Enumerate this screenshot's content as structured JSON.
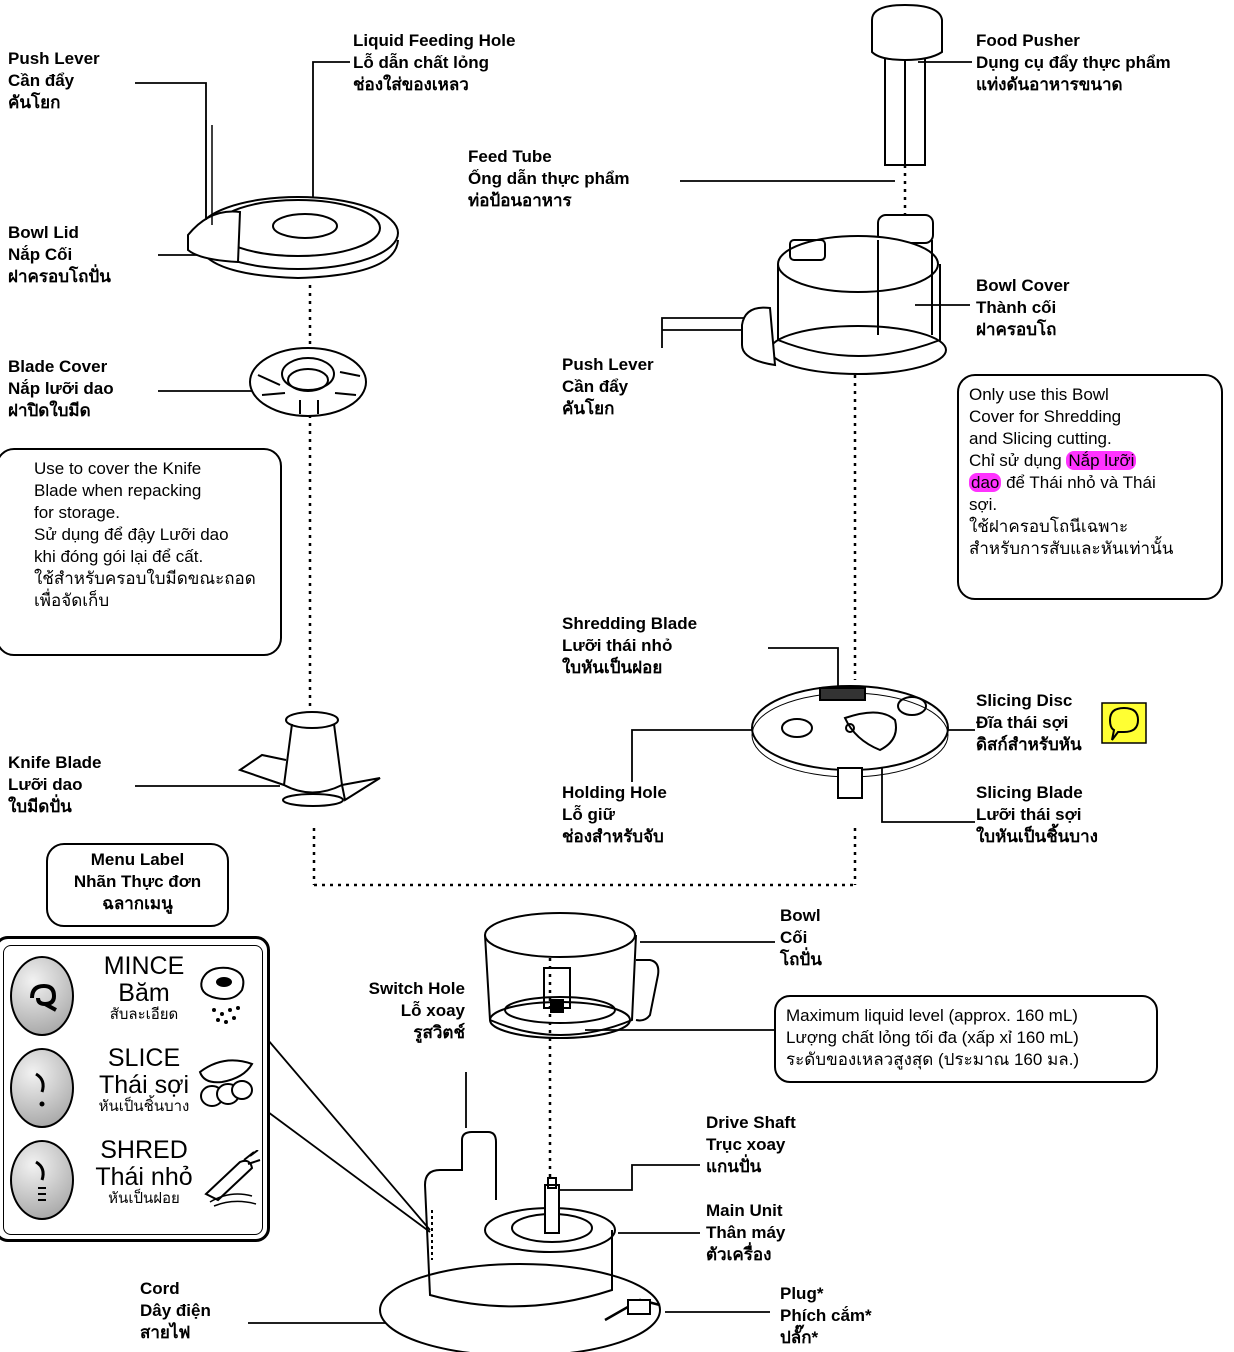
{
  "labels": {
    "push_lever_top": [
      "Push Lever",
      "Cần đẩy",
      "คันโยก"
    ],
    "liquid_feeding_hole": [
      "Liquid Feeding Hole",
      "Lỗ dẫn chất lỏng",
      "ช่องใส่ของเหลว"
    ],
    "food_pusher": [
      "Food Pusher",
      "Dụng cụ đẩy thực phẩm",
      "แท่งดันอาหารขนาด"
    ],
    "feed_tube": [
      "Feed Tube",
      "Ống dẫn thực phẩm",
      "ท่อป้อนอาหาร"
    ],
    "bowl_lid": [
      "Bowl Lid",
      "Nắp Cối",
      "ฝาครอบโถปั่น"
    ],
    "bowl_cover": [
      "Bowl Cover",
      "Thành cối",
      "ฝาครอบโถ"
    ],
    "push_lever_right": [
      "Push Lever",
      "Cần đẩy",
      "คันโยก"
    ],
    "blade_cover": [
      "Blade Cover",
      "Nắp lưỡi dao",
      "ฝาปิดใบมีด"
    ],
    "shredding_blade": [
      "Shredding Blade",
      "Lưỡi thái nhỏ",
      "ใบหันเป็นฝอย"
    ],
    "slicing_disc": [
      "Slicing Disc",
      "Đĩa thái sợi",
      "ดิสก์สำหรับหัน"
    ],
    "holding_hole": [
      "Holding Hole",
      "Lỗ giữ",
      "ช่องสำหรับจับ"
    ],
    "slicing_blade": [
      "Slicing Blade",
      "Lưỡi thái sợi",
      "ใบหันเป็นชิ้นบาง"
    ],
    "knife_blade": [
      "Knife Blade",
      "Lưỡi dao",
      "ใบมีดปั่น"
    ],
    "menu_label": [
      "Menu Label",
      "Nhãn Thực đơn",
      "ฉลากเมนู"
    ],
    "bowl": [
      "Bowl",
      "Cối",
      "โถปั่น"
    ],
    "switch_hole": [
      "Switch Hole",
      "Lỗ xoay",
      "รูสวิตช์"
    ],
    "drive_shaft": [
      "Drive Shaft",
      "Trục xoay",
      "แกนปั่น"
    ],
    "main_unit": [
      "Main Unit",
      "Thân máy",
      "ตัวเครื่อง"
    ],
    "cord": [
      "Cord",
      "Dây điện",
      "สายไฟ"
    ],
    "plug": [
      "Plug*",
      "Phích cắm*",
      "ปลั๊ก*"
    ]
  },
  "notes": {
    "blade_cover_note": [
      "Use to cover the Knife",
      "Blade when repacking",
      "for storage.",
      "Sử dụng để đậy Lưỡi dao",
      "khi đóng gói lại để cất.",
      "ใช้สำหรับครอบใบมีดขณะถอด",
      "เพื่อจัดเก็บ"
    ],
    "bowl_cover_note": {
      "line1": "Only use this Bowl",
      "line2": "Cover for Shredding",
      "line3": "and Slicing cutting.",
      "line4_pre": "Chỉ sử dụng ",
      "line4_hl": "Nắp lưỡi",
      "line5_hl": "dao",
      "line5_post": " để Thái nhỏ và Thái",
      "line6": "sợi.",
      "line7": "ใช้ฝาครอบโถนีเฉพาะ",
      "line8": "สำหรับการสับและหันเท่านั้น"
    },
    "liquid_level_note": [
      "Maximum liquid level (approx. 160 mL)",
      "Lượng chất lỏng tối đa (xấp xỉ 160 mL)",
      "ระดับของเหลวสูงสุด (ประมาณ 160 มล.)"
    ]
  },
  "menu_items": [
    {
      "en": "MINCE",
      "vi": "Băm",
      "th": "สับละเอียด",
      "icon": "meat-icon"
    },
    {
      "en": "SLICE",
      "vi": "Thái sợi",
      "th": "หันเป็นชิ้นบาง",
      "icon": "cucumber-icon"
    },
    {
      "en": "SHRED",
      "vi": "Thái nhỏ",
      "th": "หันเป็นฝอย",
      "icon": "carrot-icon"
    }
  ],
  "colors": {
    "highlight": "#ff33ff",
    "comment_icon_bg": "#ffff33"
  }
}
